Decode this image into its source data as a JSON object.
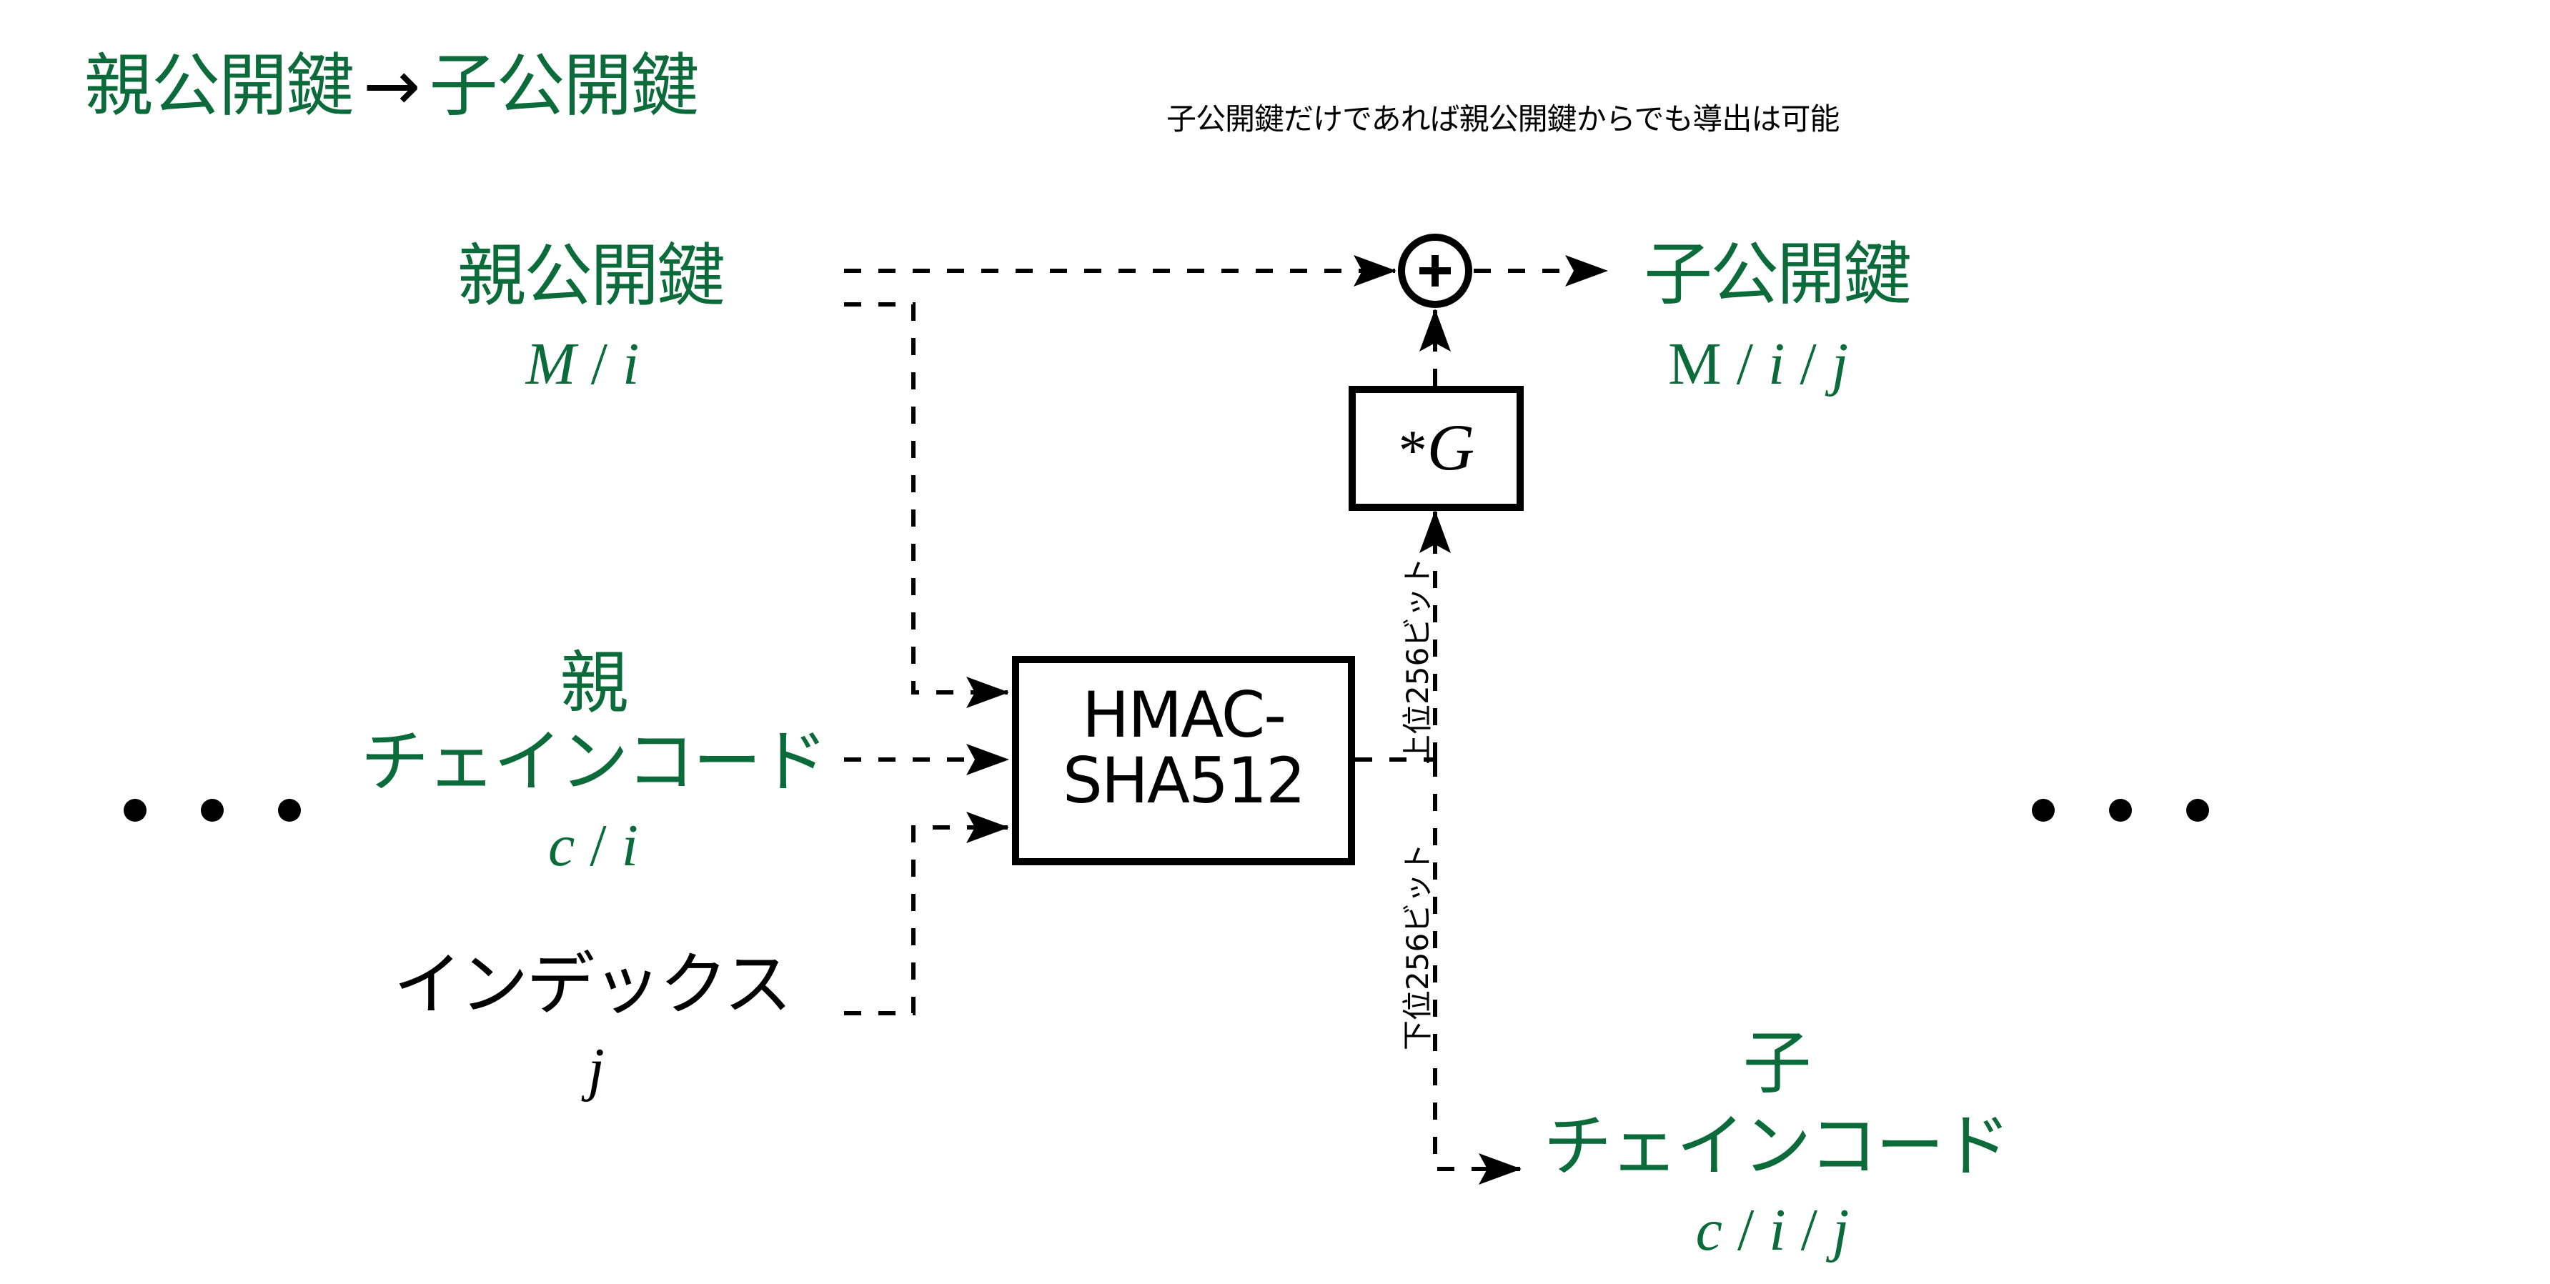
{
  "title": {
    "from": "親公開鍵",
    "arrow": "→",
    "to": "子公開鍵"
  },
  "note": "子公開鍵だけであれば親公開鍵からでも導出は可能",
  "colors": {
    "accent_green": "#0b6b3a",
    "line": "#000000"
  },
  "inputs": {
    "parent_public_key": {
      "label": "親公開鍵",
      "path": [
        "M",
        "/",
        "i"
      ]
    },
    "parent_chain_code": {
      "label_line1": "親",
      "label_line2": "チェインコード",
      "path": [
        "c",
        "/",
        "i"
      ]
    },
    "index": {
      "label": "インデックス",
      "path": [
        "j"
      ]
    }
  },
  "blocks": {
    "hmac": {
      "line1": "HMAC-",
      "line2": "SHA512"
    },
    "mult_g": {
      "star": "*",
      "symbol": "G"
    },
    "add": {
      "symbol": "+"
    }
  },
  "edge_labels": {
    "upper": "上位256ビット",
    "lower": "下位256ビット"
  },
  "outputs": {
    "child_public_key": {
      "label": "子公開鍵",
      "path": [
        "M",
        "/",
        "i",
        "/",
        "j"
      ]
    },
    "child_chain_code": {
      "label_line1": "子",
      "label_line2": "チェインコード",
      "path": [
        "c",
        "/",
        "i",
        "/",
        "j"
      ]
    }
  },
  "ellipsis": {
    "left": "• • •",
    "right": "• • •"
  }
}
